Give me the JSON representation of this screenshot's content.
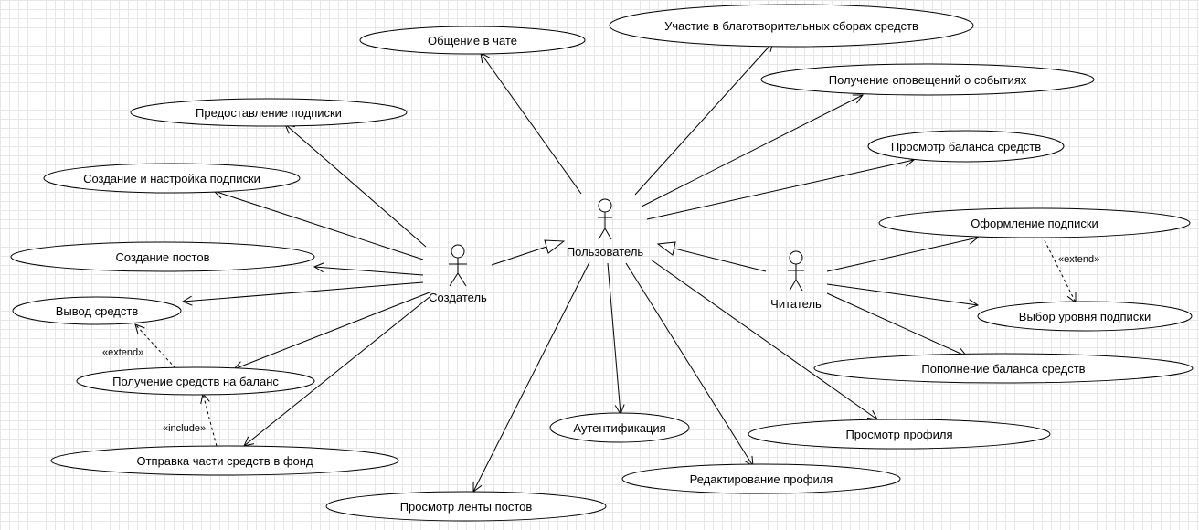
{
  "actors": {
    "user": "Пользователь",
    "creator": "Создатель",
    "reader": "Читатель"
  },
  "use_cases": {
    "chat": "Общение в чате",
    "charity": "Участие в благотворительных сборах средств",
    "notifications": "Получение оповещений о событиях",
    "balance_view": "Просмотр баланса средств",
    "provide_sub": "Предоставление подписки",
    "create_sub": "Создание и настройка подписки",
    "create_posts": "Создание постов",
    "withdraw": "Вывод средств",
    "receive_funds": "Получение средств на баланс",
    "send_fund": "Отправка части средств в фонд",
    "feed": "Просмотр ленты постов",
    "auth": "Аутентификация",
    "edit_profile": "Редактирование профиля",
    "view_profile": "Просмотр профиля",
    "subscribe": "Оформление подписки",
    "choose_level": "Выбор уровня подписки",
    "top_up": "Пополнение баланса средств"
  },
  "stereotypes": {
    "extend_withdraw": "«extend»",
    "include_fund": "«include»",
    "extend_level": "«extend»"
  }
}
